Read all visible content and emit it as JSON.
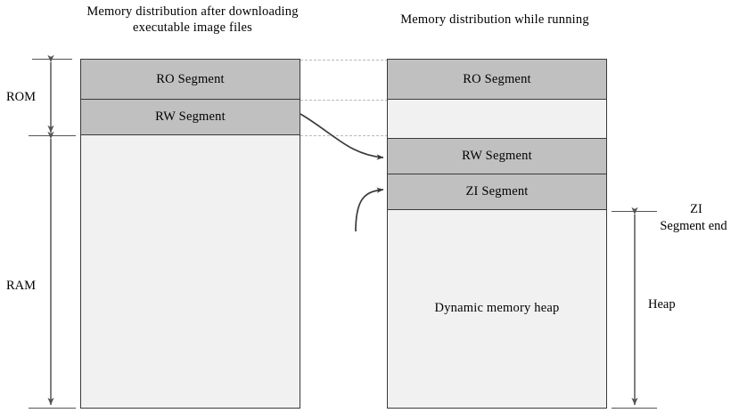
{
  "figure": {
    "titles": {
      "left": "Memory distribution after downloading executable image files",
      "right": "Memory distribution while running"
    },
    "left_column": {
      "name": "after-download",
      "segments": [
        {
          "label": "RO Segment",
          "fill": "#c0c0c0"
        },
        {
          "label": "RW Segment",
          "fill": "#c0c0c0"
        },
        {
          "label": "",
          "fill": "#f1f1f1"
        }
      ]
    },
    "right_column": {
      "name": "while-running",
      "segments": [
        {
          "label": "RO Segment",
          "fill": "#c0c0c0"
        },
        {
          "label": "",
          "fill": "#f1f1f1"
        },
        {
          "label": "RW Segment",
          "fill": "#c0c0c0"
        },
        {
          "label": "ZI Segment",
          "fill": "#c0c0c0"
        },
        {
          "label": "Dynamic memory heap",
          "fill": "#f1f1f1"
        }
      ]
    },
    "brackets": {
      "rom": "ROM",
      "ram": "RAM",
      "heap": "Heap",
      "zi_end_line1": "ZI",
      "zi_end_line2": "Segment end"
    },
    "colors": {
      "segment_fill": "#c0c0c0",
      "background_fill": "#f1f1f1",
      "outline": "#3a3a3a",
      "arrow": "#555555",
      "dotted_link": "#b9b9b9"
    }
  }
}
